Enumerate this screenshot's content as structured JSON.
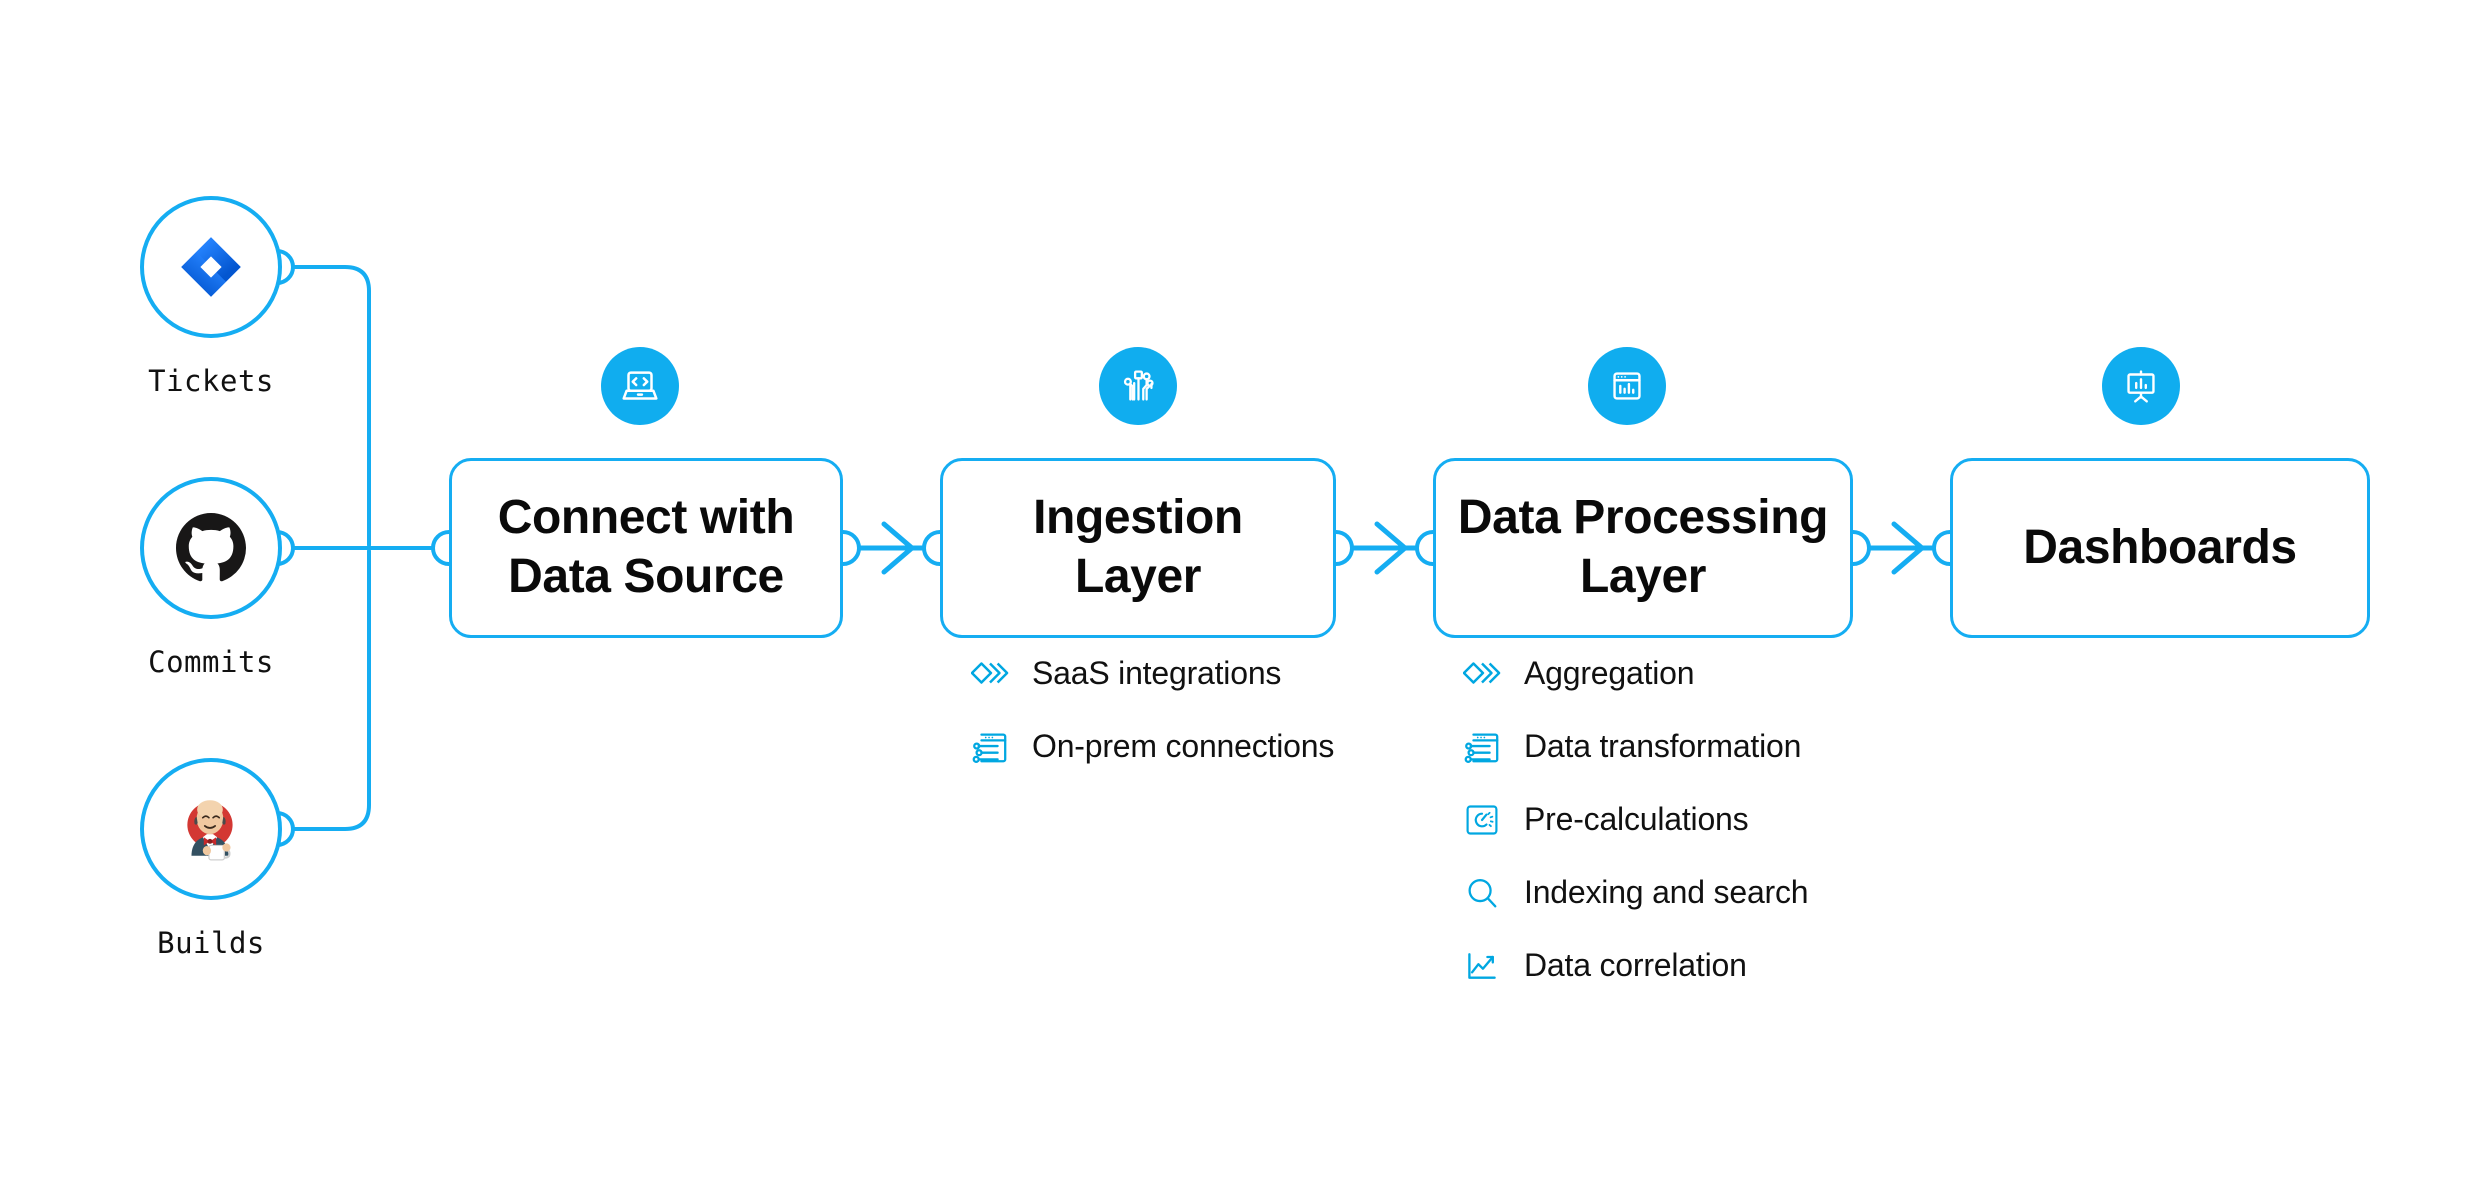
{
  "colors": {
    "accent": "#15ADF2",
    "badge_fill": "#10ADEF",
    "text": "#111111",
    "background": "#FFFFFF",
    "jira_blue": "#2684FF",
    "github_black": "#181717",
    "jenkins_red": "#D33833"
  },
  "sources": [
    {
      "label": "Tickets",
      "icon": "jira-logo"
    },
    {
      "label": "Commits",
      "icon": "github-logo"
    },
    {
      "label": "Builds",
      "icon": "jenkins-logo"
    }
  ],
  "stages": [
    {
      "title": "Connect with\nData Source",
      "title_line1": "Connect with",
      "title_line2": "Data Source",
      "badge_icon": "laptop-code-icon",
      "features": []
    },
    {
      "title": "Ingestion\nLayer",
      "title_line1": "Ingestion",
      "title_line2": "Layer",
      "badge_icon": "circuit-nodes-icon",
      "features": [
        {
          "label": "SaaS integrations",
          "icon": "layered-diamonds-icon"
        },
        {
          "label": "On-prem connections",
          "icon": "window-sliders-icon"
        }
      ]
    },
    {
      "title": "Data Processing\nLayer",
      "title_line1": "Data Processing",
      "title_line2": "Layer",
      "badge_icon": "window-barchart-icon",
      "features": [
        {
          "label": "Aggregation",
          "icon": "layered-diamonds-icon"
        },
        {
          "label": "Data transformation",
          "icon": "window-sliders-icon"
        },
        {
          "label": "Pre-calculations",
          "icon": "gauge-square-icon"
        },
        {
          "label": "Indexing and search",
          "icon": "magnifier-icon"
        },
        {
          "label": "Data correlation",
          "icon": "line-chart-icon"
        }
      ]
    },
    {
      "title": "Dashboards",
      "title_line1": "Dashboards",
      "title_line2": "",
      "badge_icon": "presentation-chart-icon",
      "features": []
    }
  ],
  "connectors": {
    "arrow_count": 3,
    "port_count": 8
  }
}
